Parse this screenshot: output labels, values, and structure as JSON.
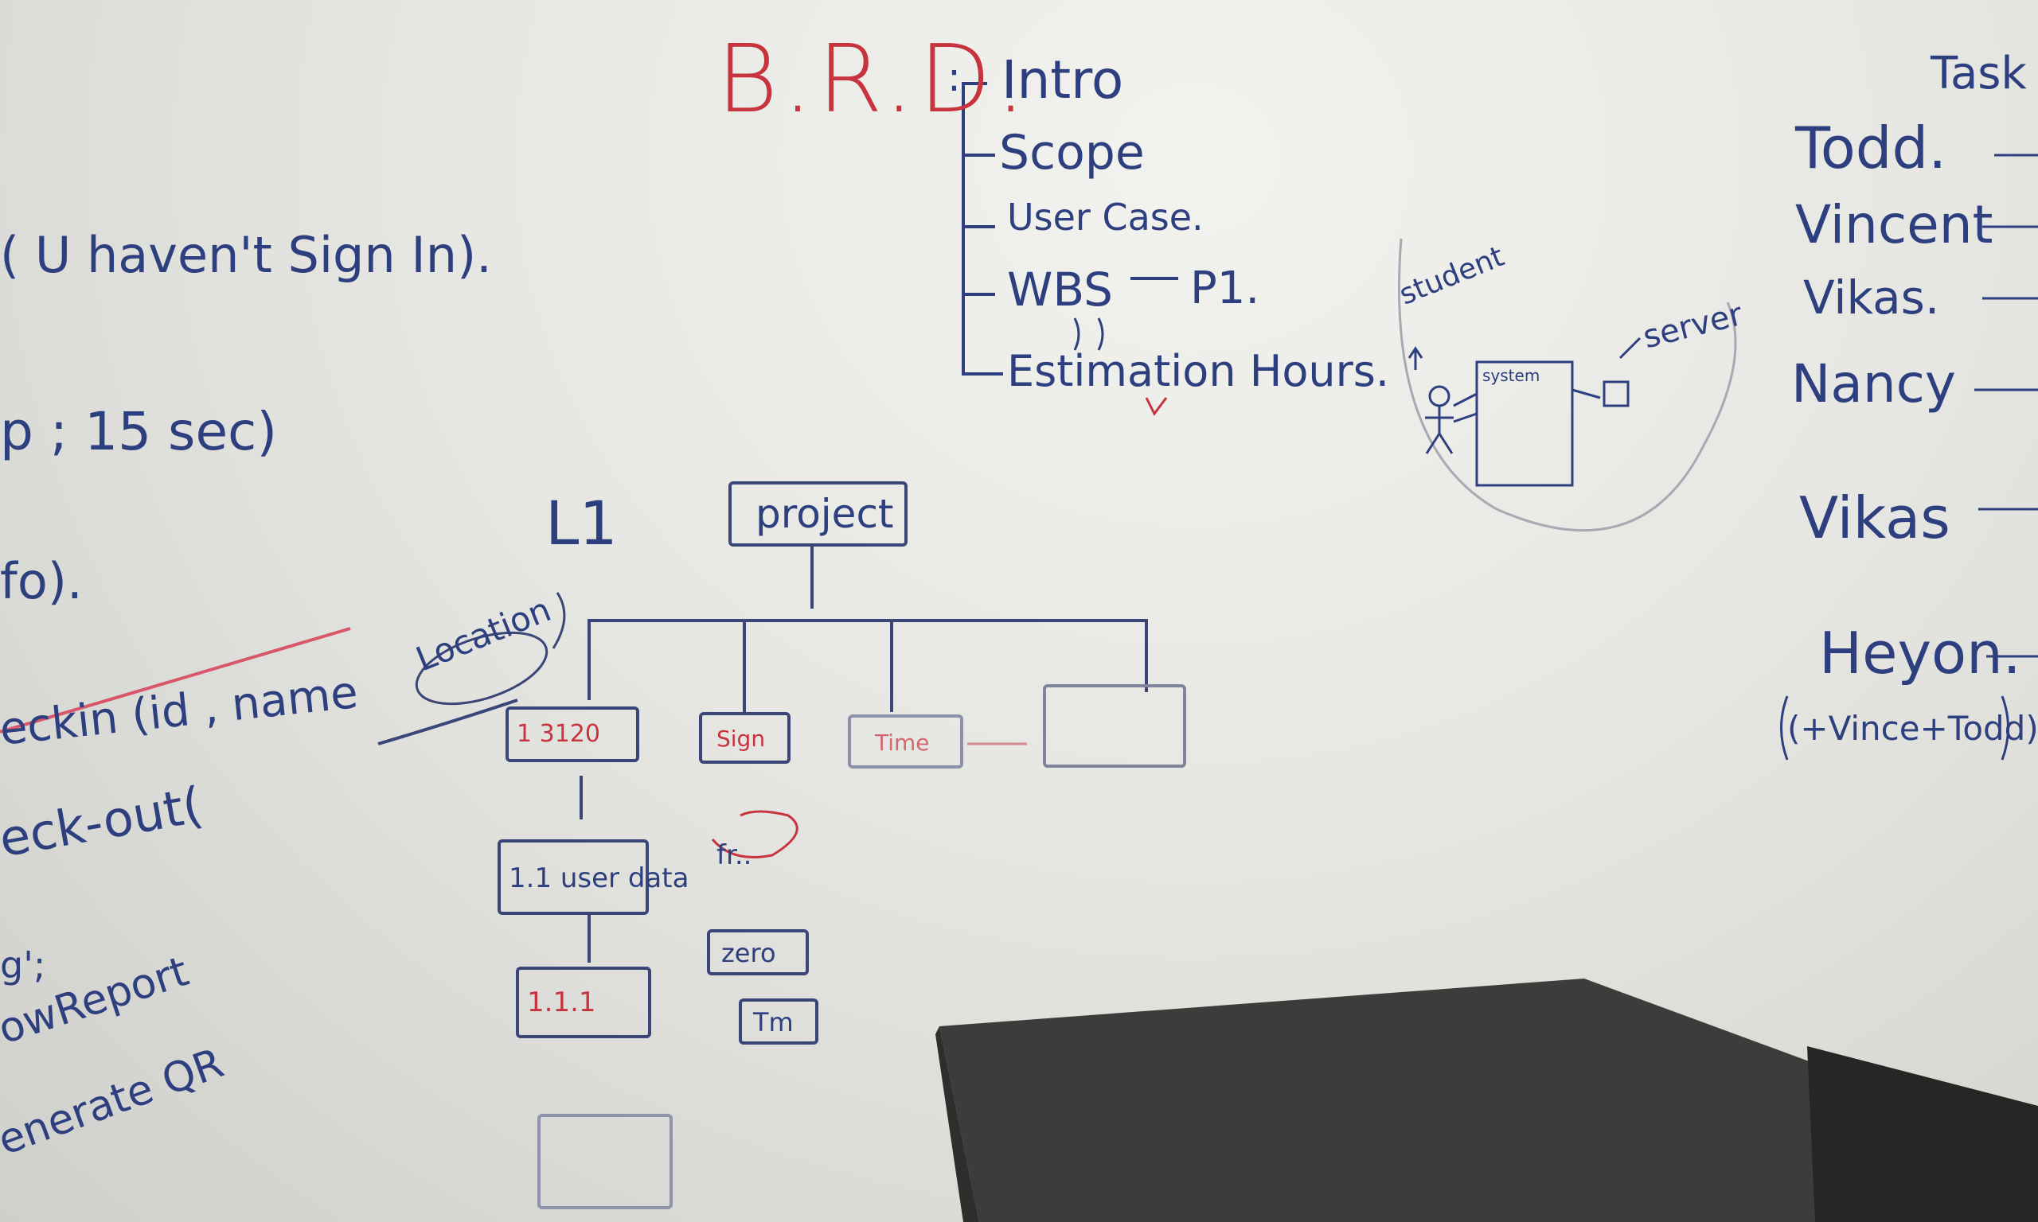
{
  "board": {
    "brd_title": "B.R.D.",
    "brd_colon": ":",
    "outline": [
      "Intro",
      "Scope",
      "User Case.",
      "WBS",
      "Estimation Hours."
    ],
    "wbs_note": "P1.",
    "tasks_header": "Task",
    "people": [
      "Todd.",
      "Vincent",
      "Vikas.",
      "Nancy",
      "Vikas",
      "Heyon."
    ],
    "people_note": "(+Vince+Todd)",
    "left_notes": {
      "line1": "( U haven't Sign In).",
      "line2": "p ; 15 sec)",
      "line3": "fo).",
      "line4": "eckin (id , name",
      "line5": "eck-out(",
      "line6": "g';",
      "line7": "owReport",
      "line8": "enerate QR"
    },
    "diagram": {
      "level_label": "L1",
      "root": "project",
      "side_label": "Location",
      "nodes_row1": [
        "1 3120",
        "Sign",
        "Time",
        ""
      ],
      "nodes_col1": [
        "1.1 user data",
        "1.1.1"
      ],
      "nodes_col2": [
        "fr..",
        "zero",
        "Tm"
      ]
    },
    "sketch": {
      "actor": "student",
      "system": "system",
      "server": "server"
    }
  },
  "colors": {
    "blue_marker": "#2d3f7e",
    "red_marker": "#c8343e",
    "table": "#3c3c3a"
  }
}
